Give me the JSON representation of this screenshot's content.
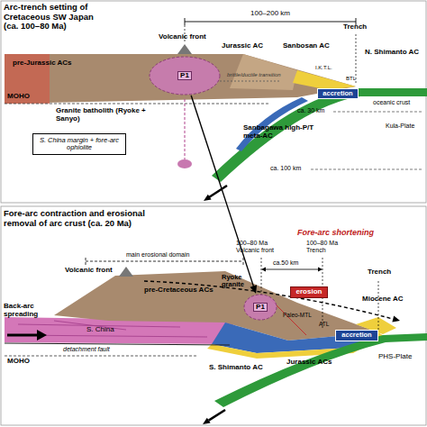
{
  "diagram": {
    "nodes": [
      {
        "text": [
          "P1"
        ]
      },
      {
        "text": [
          "accretion"
        ]
      },
      {
        "text": [
          "S. China margin + fore-arc ophiolite"
        ]
      },
      {
        "text": [
          "erosion"
        ]
      },
      {
        "text": [
          "P1"
        ]
      },
      {
        "text": [
          "accretion"
        ]
      }
    ],
    "edges": [
      {
        "from": 0,
        "to": 4,
        "arrow": "to"
      }
    ],
    "labels": [
      "Arc-trench setting of Cretaceous SW Japan (ca. 100–80 Ma)",
      "100–200 km",
      "Volcanic front",
      "Trench",
      "pre-Jurassic ACs",
      "Jurassic AC",
      "Sanbosan AC",
      "N. Shimanto AC",
      "I.K.T.L.",
      "BTL",
      "brittle/ductile transition",
      "MOHO",
      "oceanic crust",
      "ca. 30 km",
      "Granite batholith (Ryoke + Sanyo)",
      "Kula-Plate",
      "Sanbagawa high-P/T meta-AC",
      "ca. 100 km",
      "Fore-arc contraction and erosional removal of arc crust (ca. 20 Ma)",
      "Fore-arc shortening",
      "100–80 Ma Volcanic front",
      "100–80 Ma Trench",
      "ca.50 km",
      "main erosional domain",
      "Volcanic front",
      "Trench",
      "pre-Cretaceous ACs",
      "Ryoke granite",
      "Miocene AC",
      "Back-arc spreading",
      "S. China",
      "Paleo-MTL",
      "ATL",
      "detachment fault",
      "MOHO",
      "Jurassic ACs",
      "S. Shimanto AC",
      "PHS-Plate"
    ]
  }
}
